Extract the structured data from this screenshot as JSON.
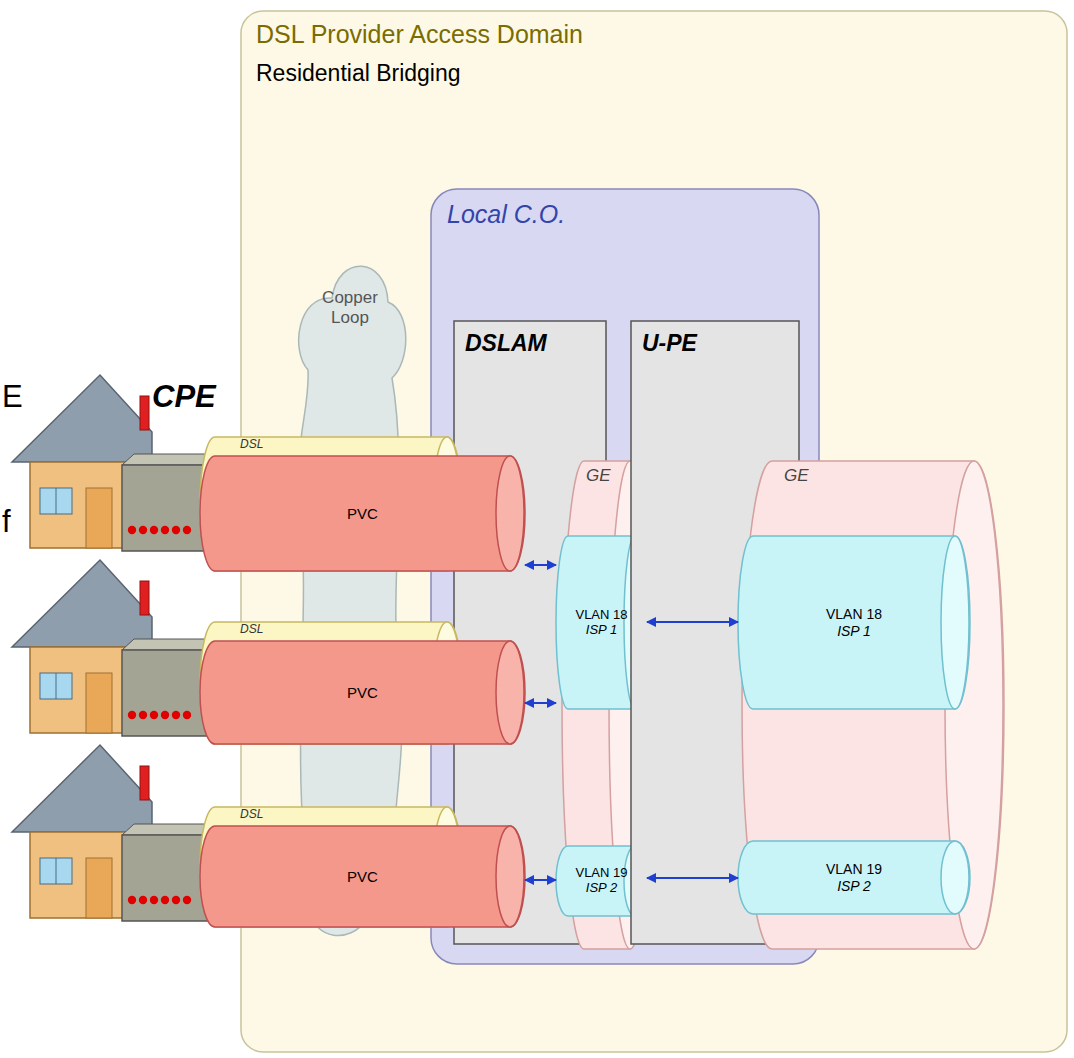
{
  "diagram": {
    "nodes": [
      {
        "text": [
          "DSL Provider Access Domain",
          "Residential Bridging"
        ]
      },
      {
        "text": [
          "Copper Loop"
        ],
        "in": 0
      },
      {
        "text": [
          "Local C.O."
        ],
        "in": 0
      },
      {
        "text": [
          "DSLAM"
        ],
        "in": 2
      },
      {
        "text": [
          "U-PE"
        ],
        "in": 2
      },
      {
        "text": [
          "DSL"
        ]
      },
      {
        "text": [
          "PVC"
        ],
        "in": 5
      },
      {
        "text": [
          "DSL"
        ]
      },
      {
        "text": [
          "PVC"
        ],
        "in": 7
      },
      {
        "text": [
          "DSL"
        ]
      },
      {
        "text": [
          "PVC"
        ],
        "in": 9
      },
      {
        "text": [
          "GE"
        ],
        "in": 3
      },
      {
        "text": [
          "VLAN 18",
          "ISP 1"
        ],
        "in": 11
      },
      {
        "text": [
          "VLAN 19",
          "ISP 2"
        ],
        "in": 11
      },
      {
        "text": [
          "GE"
        ],
        "in": 4
      },
      {
        "text": [
          "VLAN 18",
          "ISP 1"
        ],
        "in": 14
      },
      {
        "text": [
          "VLAN 19",
          "ISP 2"
        ],
        "in": 14
      }
    ],
    "edges": [
      {
        "from": 6,
        "to": 12,
        "arrow": "both"
      },
      {
        "from": 8,
        "to": 12,
        "arrow": "both"
      },
      {
        "from": 10,
        "to": 13,
        "arrow": "both"
      },
      {
        "from": 12,
        "to": 15,
        "arrow": "both"
      },
      {
        "from": 13,
        "to": 16,
        "arrow": "both"
      }
    ],
    "labels": [
      "CPE",
      "E",
      "f"
    ]
  }
}
